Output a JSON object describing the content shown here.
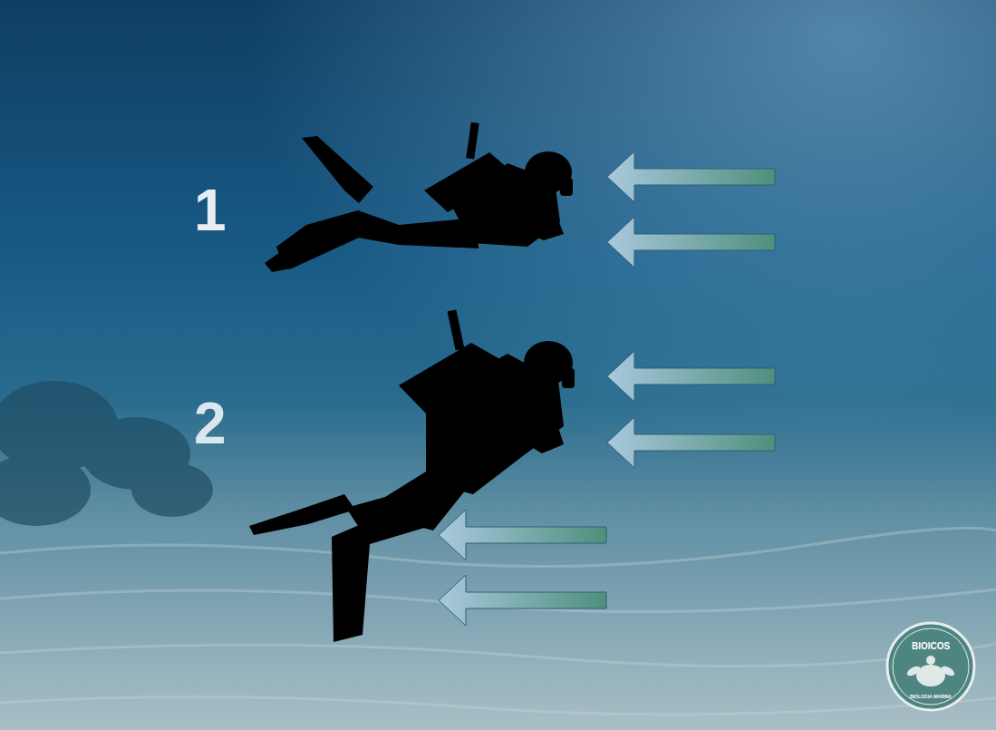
{
  "diagram": {
    "labels": [
      "1",
      "2",
      "BIOICOS",
      "BIOLOGIA MARINA"
    ]
  }
}
